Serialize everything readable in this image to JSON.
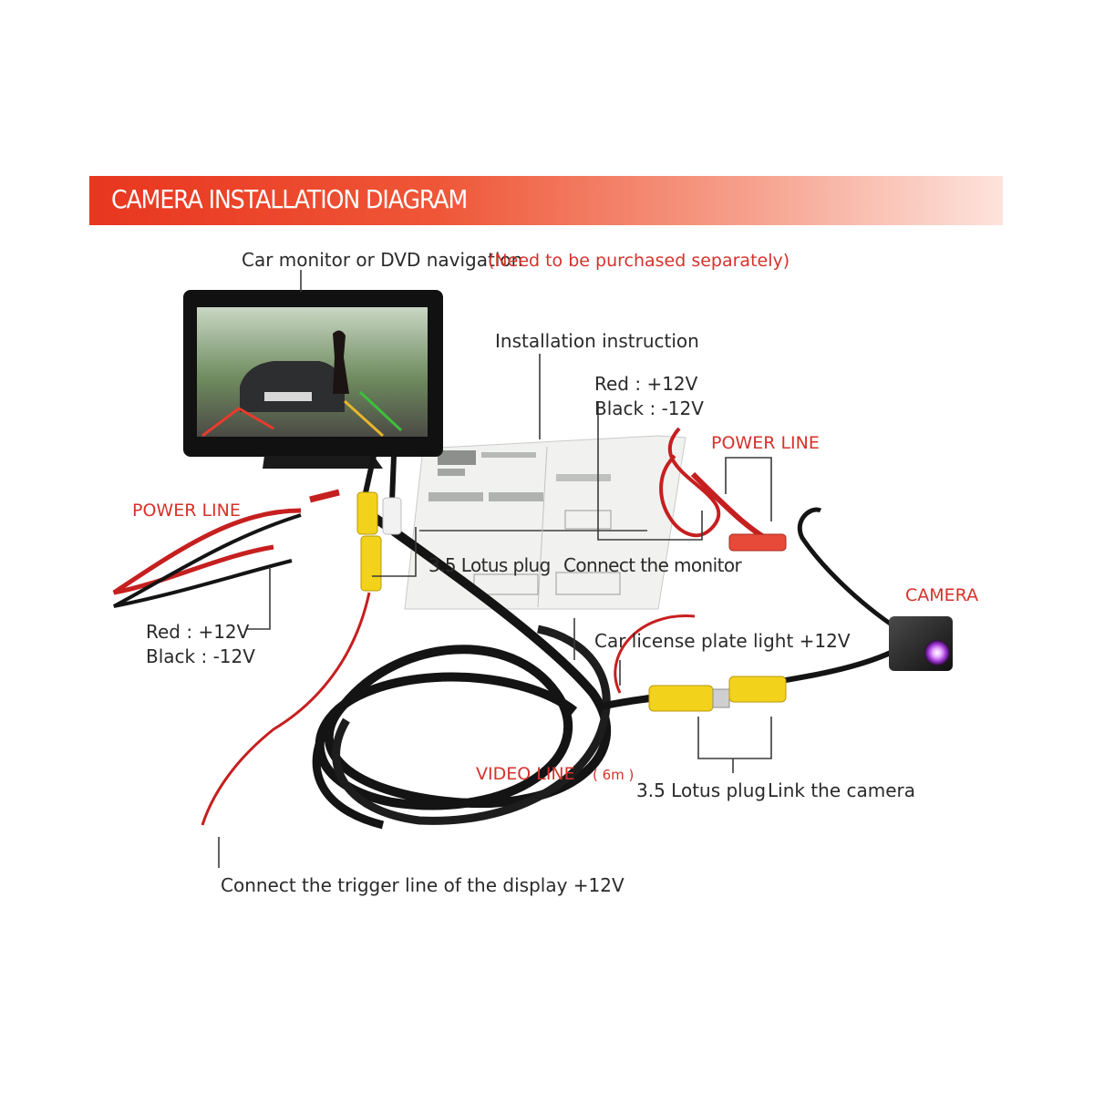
{
  "header": {
    "title": "CAMERA INSTALLATION DIAGRAM"
  },
  "labels": {
    "monitor": "Car monitor or DVD navigation",
    "monitor_note": "(Need to be purchased separately)",
    "instruction": "Installation instruction",
    "red_12v_top": "Red : +12V",
    "black_12v_top": "Black : -12V",
    "power_line_right": "POWER LINE",
    "power_line_left": "POWER LINE",
    "lotus_plug_monitor": "3.5 Lotus plug",
    "connect_monitor": "Connect the monitor",
    "camera": "CAMERA",
    "red_12v_left": "Red : +12V",
    "black_12v_left": "Black : -12V",
    "plate_light": "Car license plate light +12V",
    "video_line": "VIDEO LINE",
    "video_line_length": "( 6m )",
    "lotus_plug_camera": "3.5 Lotus plug",
    "link_camera": "Link the camera",
    "trigger_line": "Connect the trigger line of the display +12V"
  },
  "colors": {
    "banner": "#e8361f",
    "red_wire": "#c61f1f",
    "black_wire": "#141414",
    "rca_yellow": "#f3d21c",
    "label_red": "#d6322b"
  }
}
